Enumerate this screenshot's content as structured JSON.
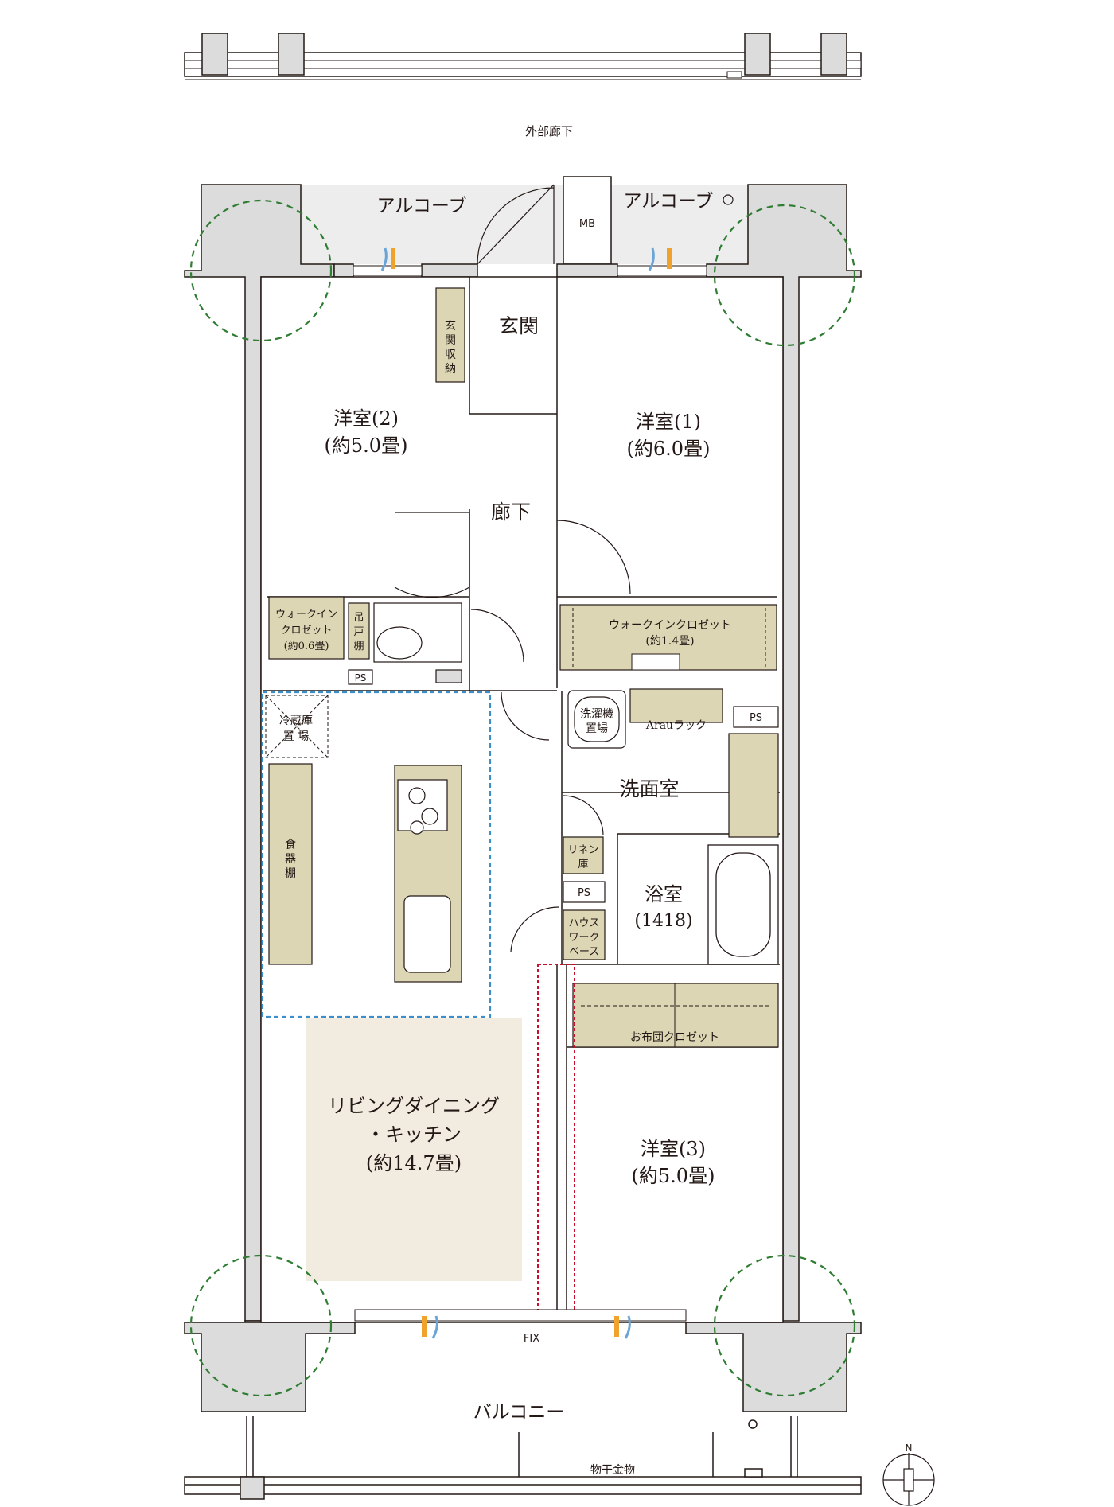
{
  "labels": {
    "outer_corridor": "外部廊下",
    "alcove_left": "アルコーブ",
    "alcove_right": "アルコーブ",
    "mb": "MB",
    "entrance": "玄関",
    "entrance_storage": [
      "玄",
      "関",
      "収",
      "納"
    ],
    "room2_name": "洋室(2)",
    "room2_size": "(約5.0畳)",
    "room1_name": "洋室(1)",
    "room1_size": "(約6.0畳)",
    "corridor": "廊下",
    "wic_small_l1": "ウォークイン",
    "wic_small_l2": "クロゼット",
    "wic_small_l3": "(約0.6畳)",
    "hanging_shelf": [
      "吊",
      "戸",
      "棚"
    ],
    "ps": "PS",
    "wic_large": "ウォークインクロゼット",
    "wic_large_size": "(約1.4畳)",
    "washer_l1": "洗濯機",
    "washer_l2": "置場",
    "arau_rack": "Arauラック",
    "fridge_l1": "冷蔵庫",
    "fridge_l2": "置 場",
    "cupboard": [
      "食",
      "器",
      "棚"
    ],
    "washroom": "洗面室",
    "linen_l1": "リネン",
    "linen_l2": "庫",
    "bathroom": "浴室",
    "bathroom_size": "(1418)",
    "house_work_l1": "ハウス",
    "house_work_l2": "ワーク",
    "house_work_l3": "ベース",
    "futon_closet": "お布団クロゼット",
    "ldk_l1": "リビングダイニング",
    "ldk_l2": "・キッチン",
    "ldk_l3": "(約14.7畳)",
    "room3_name": "洋室(3)",
    "room3_size": "(約5.0畳)",
    "fix": "FIX",
    "balcony": "バルコニー",
    "laundry_hanger": "物干金物",
    "north": "N"
  },
  "colors": {
    "wall": "#dcdcdc",
    "wall_edge": "#231815",
    "furniture": "#dcd6b4",
    "ldk_highlight": "#f1ebe0",
    "tree_circle": "#2f7d32",
    "kitchen_zone": "#3d8ec9",
    "sliding_zone": "#c8102e",
    "vent_orange": "#f0a32c",
    "vent_blue": "#6ba4d6"
  }
}
